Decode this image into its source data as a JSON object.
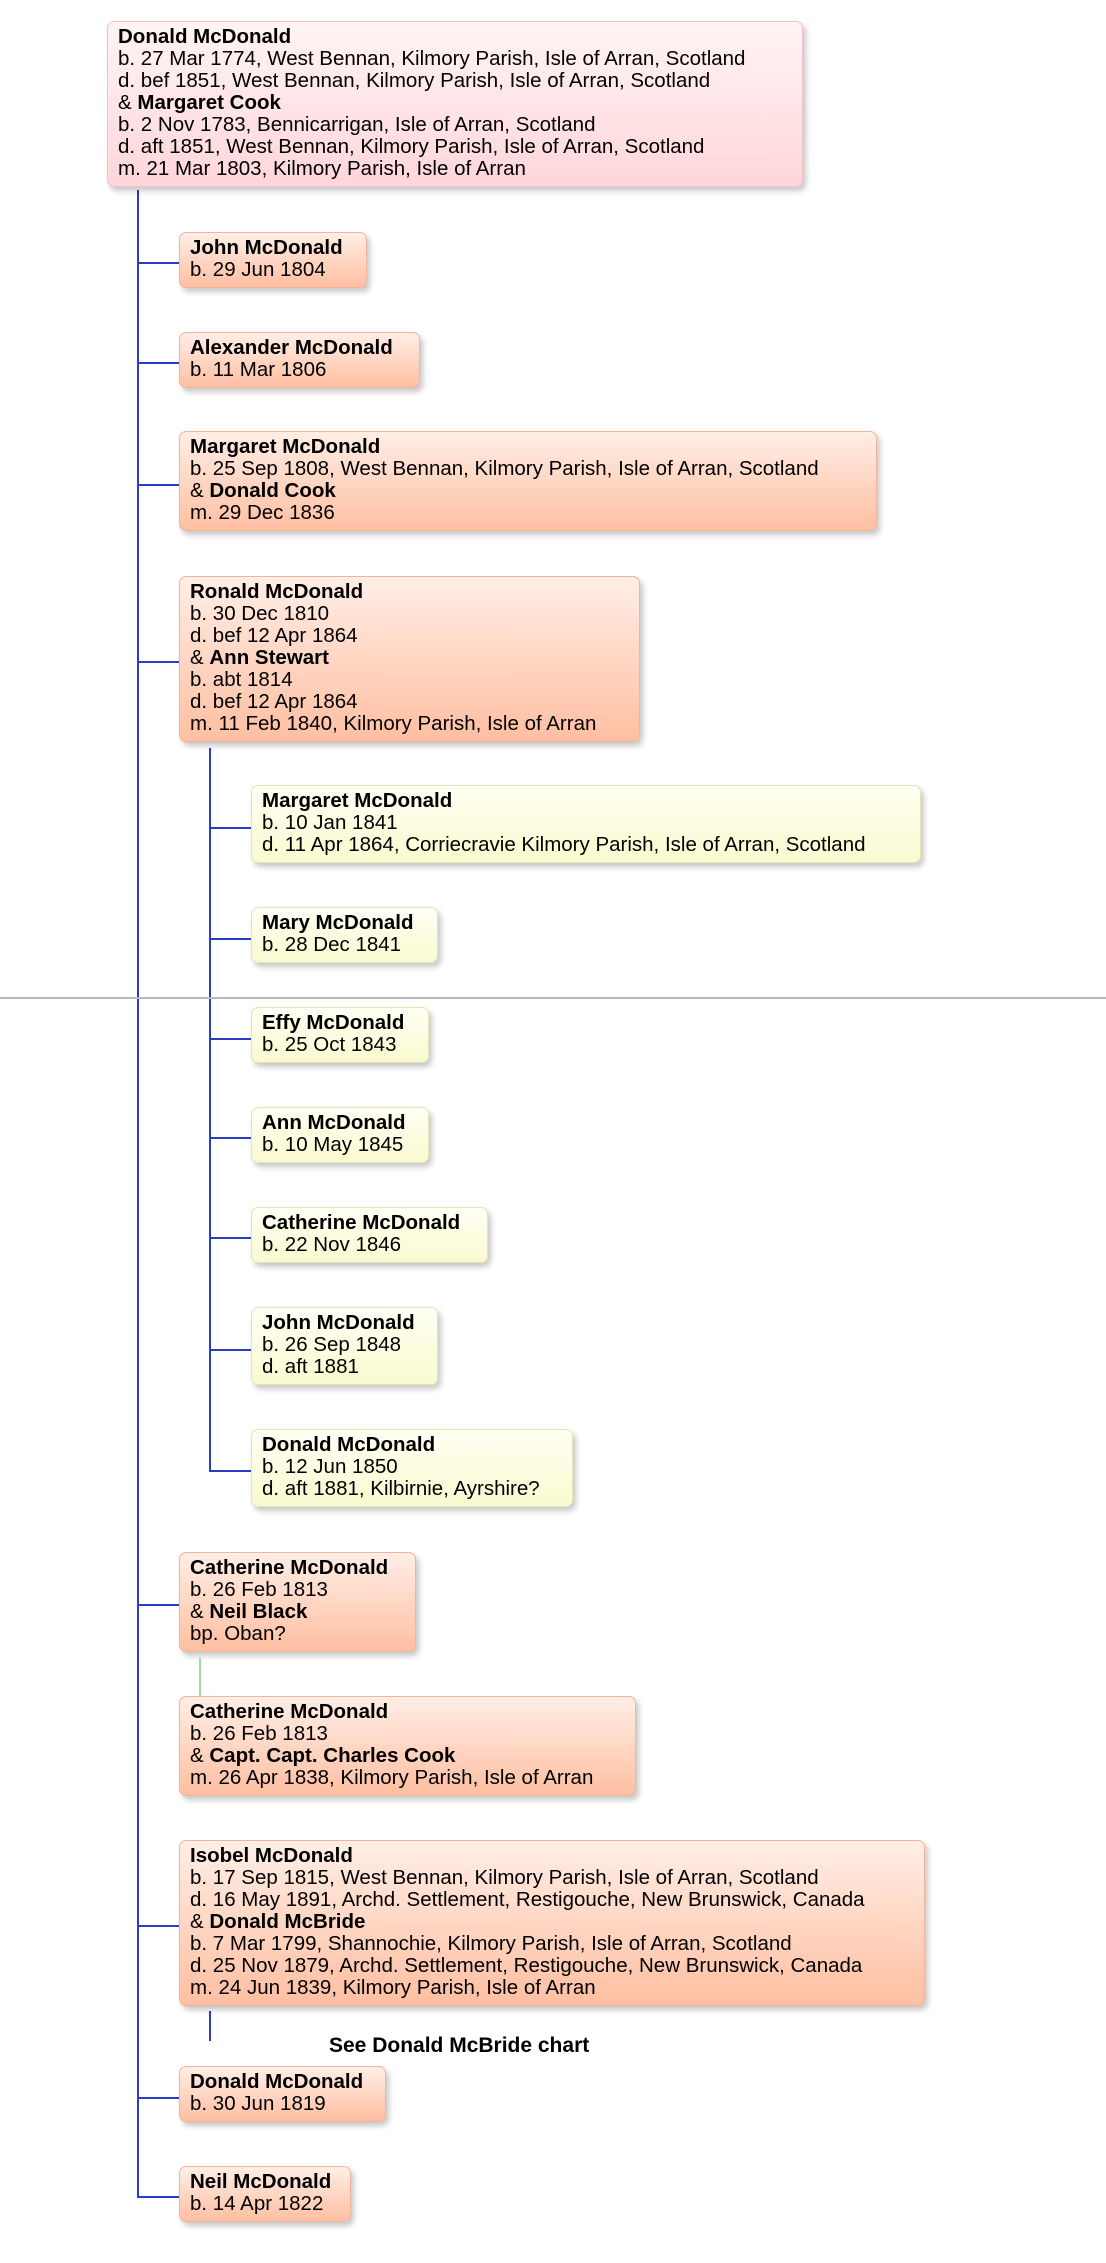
{
  "root": {
    "name": "Donald McDonald",
    "lines": [
      "b. 27 Mar 1774, West Bennan, Kilmory Parish, Isle of Arran, Scotland",
      "d. bef 1851, West Bennan, Kilmory Parish, Isle of Arran, Scotland"
    ],
    "spouse": "Margaret Cook",
    "spouse_lines": [
      "b. 2 Nov 1783, Bennicarrigan, Isle of Arran, Scotland",
      "d. aft 1851, West Bennan, Kilmory Parish, Isle of Arran, Scotland",
      "m. 21 Mar 1803, Kilmory Parish, Isle of Arran"
    ]
  },
  "children": [
    {
      "name": "John McDonald",
      "lines": [
        "b. 29 Jun 1804"
      ]
    },
    {
      "name": "Alexander McDonald",
      "lines": [
        "b. 11 Mar 1806"
      ]
    },
    {
      "name": "Margaret McDonald",
      "lines": [
        "b. 25 Sep 1808, West Bennan, Kilmory Parish, Isle of Arran, Scotland"
      ],
      "spouse": "Donald Cook",
      "spouse_lines": [
        "m. 29 Dec 1836"
      ]
    },
    {
      "name": "Ronald McDonald",
      "lines": [
        "b. 30 Dec 1810",
        "d. bef 12 Apr 1864"
      ],
      "spouse": "Ann Stewart",
      "spouse_lines": [
        "b. abt 1814",
        "d. bef 12 Apr 1864",
        "m. 11 Feb 1840, Kilmory Parish, Isle of Arran"
      ]
    },
    {
      "name": "Catherine McDonald",
      "lines": [
        "b. 26 Feb 1813"
      ],
      "spouse": "Neil Black",
      "spouse_lines": [
        "bp. Oban?"
      ]
    },
    {
      "name": "Catherine McDonald",
      "lines": [
        "b. 26 Feb 1813"
      ],
      "spouse": "Capt. Capt. Charles Cook",
      "spouse_lines": [
        "m. 26 Apr 1838, Kilmory Parish, Isle of Arran"
      ]
    },
    {
      "name": "Isobel McDonald",
      "lines": [
        "b. 17 Sep 1815, West Bennan, Kilmory Parish, Isle of Arran, Scotland",
        "d. 16 May 1891, Archd. Settlement, Restigouche, New Brunswick, Canada"
      ],
      "spouse": "Donald McBride",
      "spouse_lines": [
        "b. 7 Mar 1799, Shannochie, Kilmory Parish, Isle of Arran, Scotland",
        "d. 25 Nov 1879, Archd. Settlement, Restigouche, New Brunswick, Canada",
        "m. 24 Jun 1839, Kilmory Parish, Isle of Arran"
      ]
    },
    {
      "name": "Donald McDonald",
      "lines": [
        "b. 30 Jun 1819"
      ]
    },
    {
      "name": "Neil McDonald",
      "lines": [
        "b. 14 Apr 1822"
      ]
    }
  ],
  "grandchildren": [
    {
      "name": "Margaret McDonald",
      "lines": [
        "b. 10 Jan 1841",
        "d. 11 Apr 1864, Corriecravie Kilmory Parish, Isle of Arran, Scotland"
      ]
    },
    {
      "name": "Mary McDonald",
      "lines": [
        "b. 28 Dec 1841"
      ]
    },
    {
      "name": "Effy McDonald",
      "lines": [
        "b. 25 Oct 1843"
      ]
    },
    {
      "name": "Ann McDonald",
      "lines": [
        "b. 10 May 1845"
      ]
    },
    {
      "name": "Catherine McDonald",
      "lines": [
        "b. 22 Nov 1846"
      ]
    },
    {
      "name": "John McDonald",
      "lines": [
        "b. 26 Sep 1848",
        "d. aft 1881"
      ]
    },
    {
      "name": "Donald McDonald",
      "lines": [
        "b. 12 Jun 1850",
        "d. aft 1881, Kilbirnie, Ayrshire?"
      ]
    }
  ],
  "see_chart": "See Donald McBride chart",
  "colors": {
    "connector": "#2b3cc9",
    "alt_spouse_connector": "#9ee29c",
    "root_fill": "#ffd6da",
    "child_fill": "#ffbfa2",
    "grandchild_fill": "#fafad0",
    "page_break": "#b9b9b9"
  }
}
